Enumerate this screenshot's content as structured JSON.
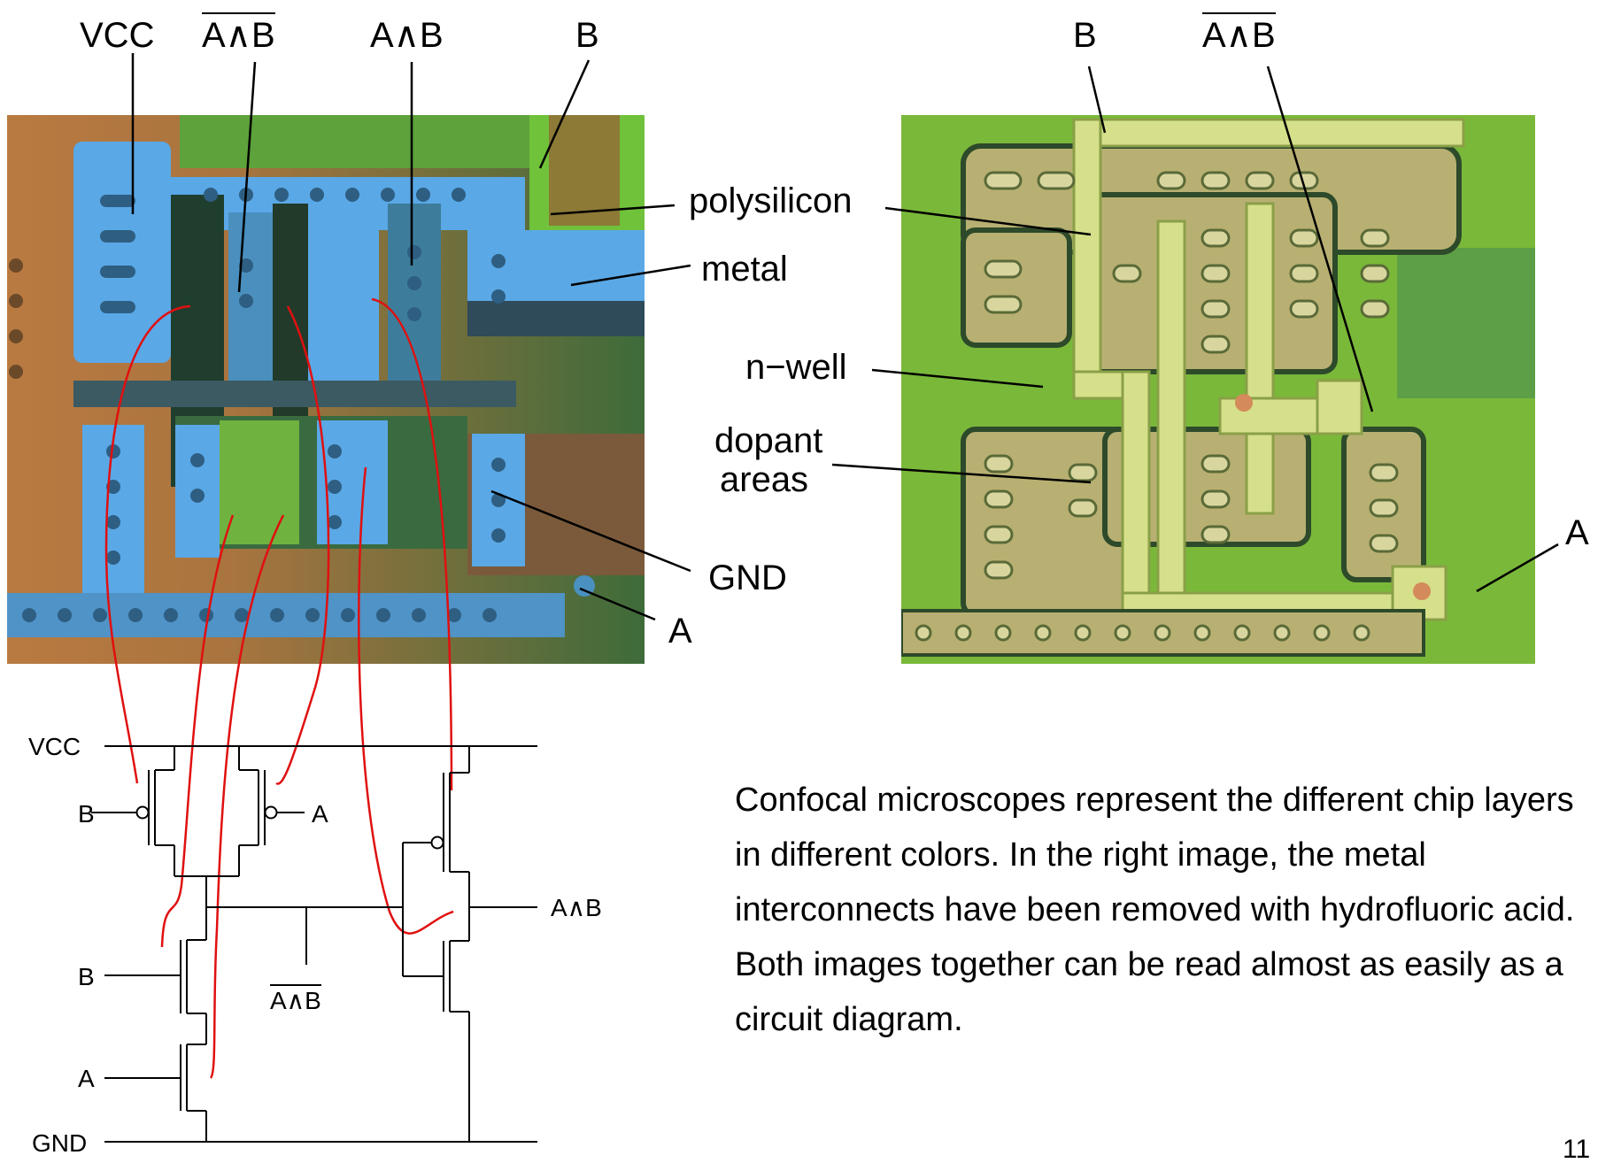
{
  "top_left_labels": {
    "vcc": "VCC",
    "nand": "A∧B",
    "and": "A∧B",
    "b": "B"
  },
  "left_side_labels": {
    "gnd": "GND",
    "a": "A"
  },
  "top_right_labels": {
    "b": "B",
    "nand": "A∧B"
  },
  "layer_labels": {
    "polysilicon": "polysilicon",
    "metal": "metal",
    "nwell": "n−well",
    "dopant1": "dopant",
    "dopant2": "areas"
  },
  "right_a_label": "A",
  "schematic": {
    "vcc": "VCC",
    "gnd": "GND",
    "b_top": "B",
    "a_top": "A",
    "b_mid": "B",
    "a_low": "A",
    "nand_out": "A∧B",
    "and_out": "A∧B"
  },
  "caption": "Confocal microscopes represent the different chip layers in different colors. In the right image, the metal interconnects have been removed with hydrofluoric acid. Both images together can be read almost as easily as a circuit diagram.",
  "page_number": "11",
  "colors": {
    "wire": "#e01010",
    "metal": "#5aa8e6",
    "poly_left": "#6fc23a",
    "substrate_left": "#c8833f",
    "substrate_right": "#7ab83a",
    "poly_right": "#d6e08a"
  }
}
